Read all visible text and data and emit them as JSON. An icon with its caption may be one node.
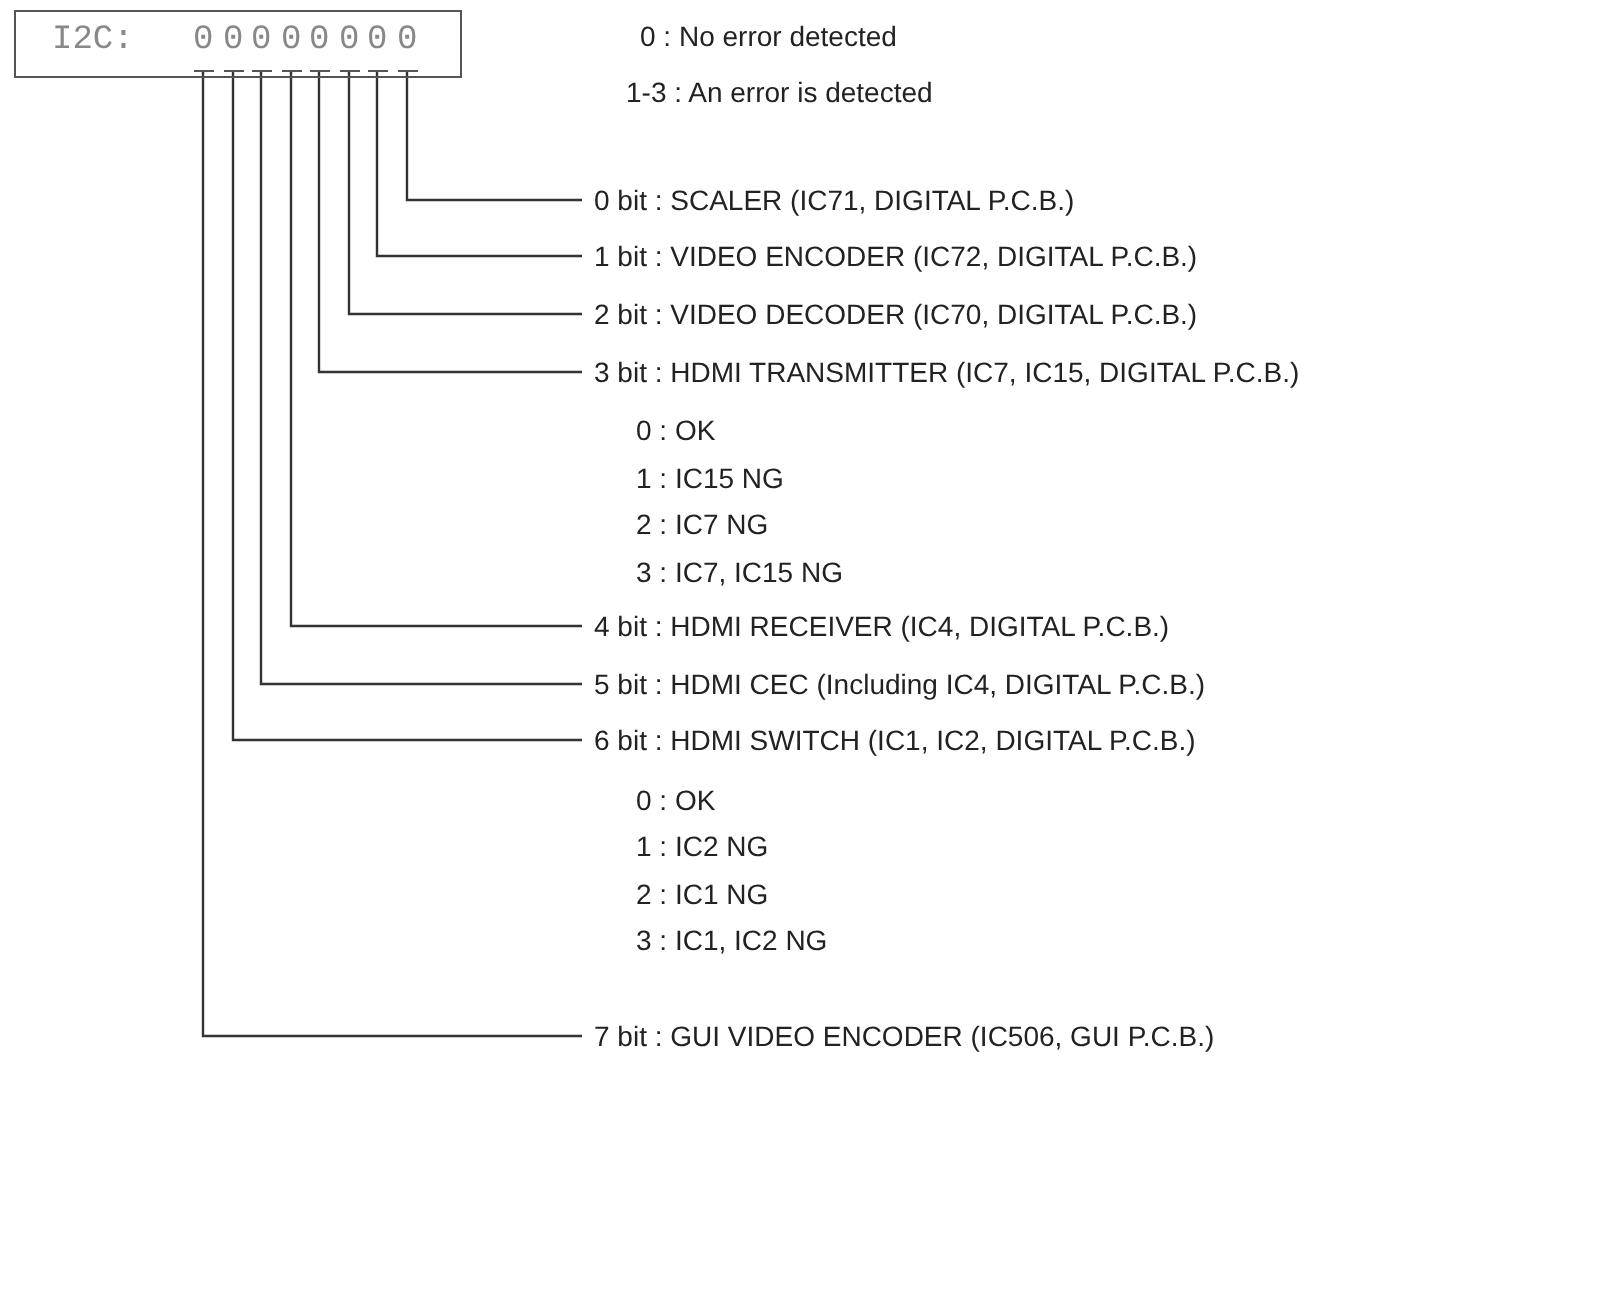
{
  "diagram": {
    "nodes": [
      {
        "text": [
          "I2C:"
        ]
      },
      {
        "text": [
          "0"
        ],
        "in": 0
      },
      {
        "text": [
          "0"
        ],
        "in": 0
      },
      {
        "text": [
          "0"
        ],
        "in": 0
      },
      {
        "text": [
          "0"
        ],
        "in": 0
      },
      {
        "text": [
          "0"
        ],
        "in": 0
      },
      {
        "text": [
          "0"
        ],
        "in": 0
      },
      {
        "text": [
          "0"
        ],
        "in": 0
      },
      {
        "text": [
          "0"
        ],
        "in": 0
      },
      {
        "text": [
          "0 bit : SCALER (IC71, DIGITAL P.C.B.)"
        ]
      },
      {
        "text": [
          "1 bit : VIDEO ENCODER (IC72, DIGITAL P.C.B.)"
        ]
      },
      {
        "text": [
          "2 bit : VIDEO DECODER (IC70, DIGITAL P.C.B.)"
        ]
      },
      {
        "text": [
          "3 bit : HDMI TRANSMITTER (IC7, IC15, DIGITAL P.C.B.)"
        ]
      },
      {
        "text": [
          "4 bit : HDMI RECEIVER (IC4, DIGITAL P.C.B.)"
        ]
      },
      {
        "text": [
          "5 bit : HDMI CEC (Including IC4, DIGITAL P.C.B.)"
        ]
      },
      {
        "text": [
          "6 bit : HDMI SWITCH (IC1, IC2, DIGITAL P.C.B.)"
        ]
      },
      {
        "text": [
          "7 bit : GUI VIDEO ENCODER (IC506, GUI P.C.B.)"
        ]
      }
    ],
    "edges": [
      {
        "from": 8,
        "to": 9,
        "arrow": "none"
      },
      {
        "from": 7,
        "to": 10,
        "arrow": "none"
      },
      {
        "from": 6,
        "to": 11,
        "arrow": "none"
      },
      {
        "from": 5,
        "to": 12,
        "arrow": "none"
      },
      {
        "from": 4,
        "to": 13,
        "arrow": "none"
      },
      {
        "from": 3,
        "to": 14,
        "arrow": "none"
      },
      {
        "from": 2,
        "to": 15,
        "arrow": "none"
      },
      {
        "from": 1,
        "to": 16,
        "arrow": "none"
      }
    ],
    "labels": [
      "0 : No error detected",
      "1-3 : An error is detected",
      "0 : OK",
      "1 : IC15 NG",
      "2 : IC7 NG",
      "3 : IC7, IC15 NG",
      "0 : OK",
      "1 : IC2 NG",
      "2 : IC1 NG",
      "3 : IC1, IC2 NG"
    ]
  }
}
